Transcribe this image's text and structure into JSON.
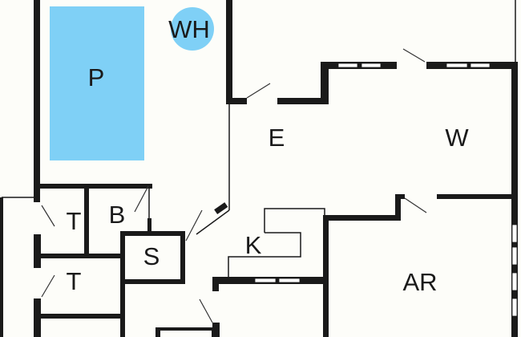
{
  "title": "Floor plan",
  "colors": {
    "pool": "#7fd0f6",
    "wall": "#1a1a1a",
    "background": "#fdfdf9"
  },
  "rooms": [
    {
      "id": "pool",
      "label": "P"
    },
    {
      "id": "whirlpool",
      "label": "WH"
    },
    {
      "id": "entrance",
      "label": "E"
    },
    {
      "id": "w-room",
      "label": "W"
    },
    {
      "id": "toilet-upper",
      "label": "T"
    },
    {
      "id": "bathroom",
      "label": "B"
    },
    {
      "id": "sauna",
      "label": "S"
    },
    {
      "id": "toilet-lower",
      "label": "T"
    },
    {
      "id": "kitchen",
      "label": "K"
    },
    {
      "id": "activity-room",
      "label": "AR"
    }
  ]
}
